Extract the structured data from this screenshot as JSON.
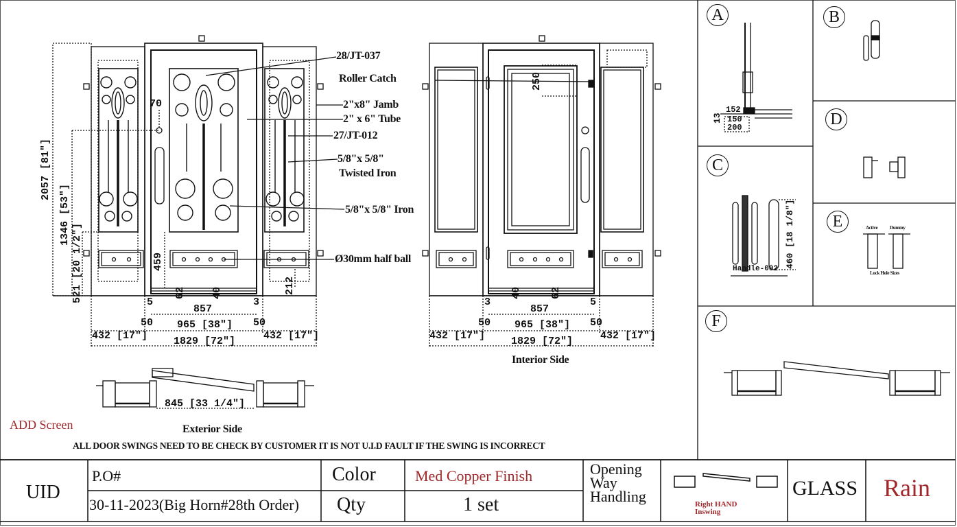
{
  "drawing": {
    "callouts": {
      "c1": "28/JT-037",
      "c2": "Roller Catch",
      "c3": "2\"x8\" Jamb",
      "c4": "2\" x 6\" Tube",
      "c5": "27/JT-012",
      "c6a": "5/8\"x 5/8\"",
      "c6b": "Twisted Iron",
      "c7": "5/8\"x 5/8\" Iron",
      "c8": "Ø30mm half ball"
    },
    "exterior": {
      "height_total": "2057 [81\"]",
      "height_handle": "1346 [53\"]",
      "height_kick": "521 [20 1/2\"]",
      "lock_offset": "70",
      "panel_459": "459",
      "panel_212": "212",
      "bottom_62": "62",
      "bottom_40": "40",
      "gap_left": "5",
      "gap_right": "3",
      "door_width": "857",
      "jamb_left": "50",
      "jamb_right": "50",
      "frame_width": "965 [38\"]",
      "sidelite_left": "432 [17\"]",
      "sidelite_right": "432 [17\"]",
      "total_width": "1829 [72\"]",
      "opening": "845 [33 1/4\"]",
      "caption": "Exterior Side"
    },
    "interior": {
      "catch_250": "250",
      "bottom_40": "40",
      "bottom_62": "62",
      "gap_left": "3",
      "gap_right": "5",
      "door_width": "857",
      "jamb_left": "50",
      "jamb_right": "50",
      "frame_width": "965 [38\"]",
      "sidelite_left": "432 [17\"]",
      "sidelite_right": "432 [17\"]",
      "total_width": "1829 [72\"]",
      "caption": "Interior Side"
    },
    "add_screen": "ADD Screen",
    "warning": "ALL DOOR SWINGS NEED TO BE CHECK BY CUSTOMER IT IS NOT U.I.D FAULT IF THE SWING IS  INCORRECT"
  },
  "details": {
    "A": {
      "letter": "A",
      "d152": "152",
      "d150": "150",
      "d200": "200",
      "d13": "13"
    },
    "B": {
      "letter": "B"
    },
    "C": {
      "letter": "C",
      "dim": "460 [18 1/8\"]",
      "name": "Handle-002"
    },
    "D": {
      "letter": "D"
    },
    "E": {
      "letter": "E",
      "active": "Active",
      "dummy": "Dummy",
      "caption": "Lock Hole Sizes"
    },
    "F": {
      "letter": "F"
    }
  },
  "title_block": {
    "uid": "UID",
    "po_label": "P.O#",
    "po_value": "30-11-2023(Big Horn#28th Order)",
    "color_label": "Color",
    "color_value": "Med Copper Finish",
    "qty_label": "Qty",
    "qty_value": "1 set",
    "opening_label": "Opening Way Handling",
    "handing": "Right HAND Inswing",
    "glass_label": "GLASS",
    "glass_value": "Rain"
  },
  "colors": {
    "accent_red": "#a0282b",
    "line": "#111111"
  }
}
